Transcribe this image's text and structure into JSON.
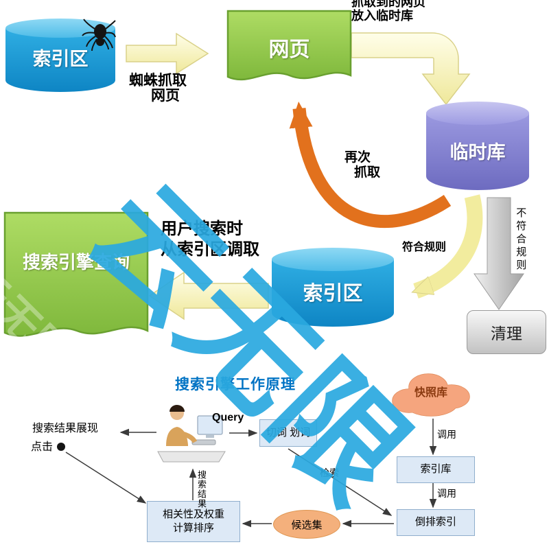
{
  "watermark": {
    "text": "云无限"
  },
  "top": {
    "index_left": "索引区",
    "crawl_l1": "蜘蛛抓取",
    "crawl_l2": "网页",
    "webpage": "网页",
    "to_temp_l1": "抓取到的网页",
    "to_temp_l2": "放入临时库",
    "temp_db": "临时库",
    "recrawl_l1": "再次",
    "recrawl_l2": "抓取",
    "match": "符合规则",
    "not_match": "不符合规则",
    "clean": "清理",
    "index_center": "索引区",
    "fetch_l1": "用户搜索时",
    "fetch_l2": "从索引区调取",
    "query_page": "搜索引擎查询"
  },
  "bottom": {
    "title": "搜索引擎工作原理",
    "query": "Query",
    "segment": "切词 划词",
    "snapshot": "快照库",
    "call1": "调用",
    "call2": "调用",
    "index_lib": "索引库",
    "inverted": "倒排索引",
    "retrieve": "检索",
    "candidates": "候选集",
    "rank_l1": "相关性及权重",
    "rank_l2": "计算排序",
    "result": "搜索结果",
    "display": "搜索结果展现",
    "click": "点击"
  }
}
